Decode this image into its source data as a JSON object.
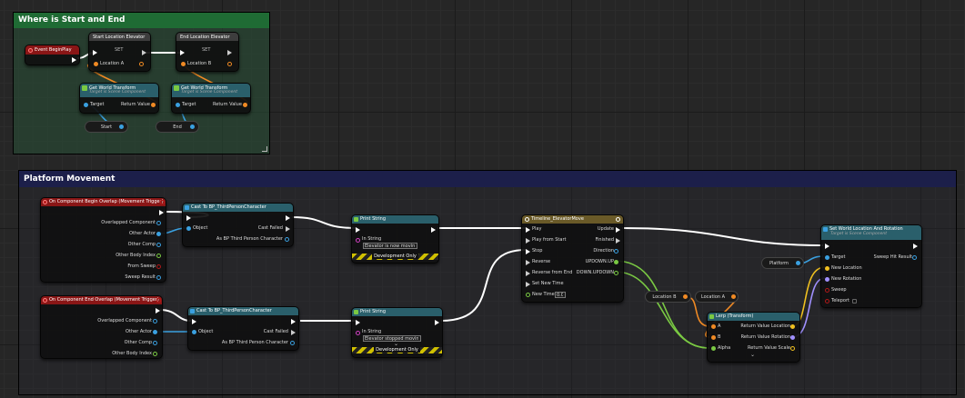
{
  "comments": {
    "start_end_title": "Where is Start and End",
    "platform_title": "Platform Movement"
  },
  "nodes": {
    "event_begin_play": {
      "title": "Event BeginPlay"
    },
    "set_start": {
      "variable": "Start Location Elevator",
      "title": "SET",
      "pin": "Location A"
    },
    "set_end": {
      "variable": "End Location Elevator",
      "title": "SET",
      "pin": "Location B"
    },
    "gwt1": {
      "title": "Get World Transform",
      "subtitle": "Target is Scene Component",
      "target": "Target",
      "return": "Return Value"
    },
    "gwt2": {
      "title": "Get World Transform",
      "subtitle": "Target is Scene Component",
      "target": "Target",
      "return": "Return Value"
    },
    "start_var": {
      "label": "Start"
    },
    "end_var": {
      "label": "End"
    },
    "begin_overlap": {
      "title": "On Component Begin Overlap (Movement Trigger)",
      "pins": [
        "Overlapped Component",
        "Other Actor",
        "Other Comp",
        "Other Body Index",
        "From Sweep",
        "Sweep Result"
      ]
    },
    "end_overlap": {
      "title": "On Component End Overlap (Movement Trigger)",
      "pins": [
        "Overlapped Component",
        "Other Actor",
        "Other Comp",
        "Other Body Index"
      ]
    },
    "cast1": {
      "title": "Cast To BP_ThirdPersonCharacter",
      "object": "Object",
      "failed": "Cast Failed",
      "as": "As BP Third Person Character"
    },
    "cast2": {
      "title": "Cast To BP_ThirdPersonCharacter",
      "object": "Object",
      "failed": "Cast Failed",
      "as": "As BP Third Person Character"
    },
    "print1": {
      "title": "Print String",
      "in_string": "In String",
      "value": "Elevator is now moving",
      "dev": "Development Only"
    },
    "print2": {
      "title": "Print String",
      "in_string": "In String",
      "value": "Elevator stopped moving",
      "dev": "Development Only"
    },
    "timeline": {
      "title": "Timeline_ElevatorMove",
      "inputs": [
        "Play",
        "Play from Start",
        "Stop",
        "Reverse",
        "Reverse from End",
        "Set New Time",
        "New Time"
      ],
      "new_time_value": "0.0",
      "outputs": [
        "Update",
        "Finished",
        "Direction",
        "UPDOWN.UP",
        "DOWN.UPDOWN"
      ]
    },
    "set_world": {
      "title": "Set World Location And Rotation",
      "subtitle": "Target is Scene Component",
      "pins": [
        "Target",
        "New Location",
        "New Rotation",
        "Sweep",
        "Teleport"
      ],
      "sweep_hit": "Sweep Hit Result"
    },
    "platform_var": {
      "label": "Platform"
    },
    "location_b": {
      "label": "Location B"
    },
    "location_a": {
      "label": "Location A"
    },
    "lerp": {
      "title": "Lerp (Transform)",
      "inputs": [
        "A",
        "B",
        "Alpha"
      ],
      "outputs": [
        "Return Value Location",
        "Return Value Rotation",
        "Return Value Scale"
      ]
    }
  },
  "colors": {
    "comment_green": "#1f6b34",
    "comment_navy": "#1c1f4a",
    "event_red": "#8a1616",
    "function_teal": "#2a5f6b",
    "exec_white": "#ffffff",
    "object_blue": "#3aa0e0",
    "transform_orange": "#f08a24",
    "float_green": "#7ac943"
  }
}
